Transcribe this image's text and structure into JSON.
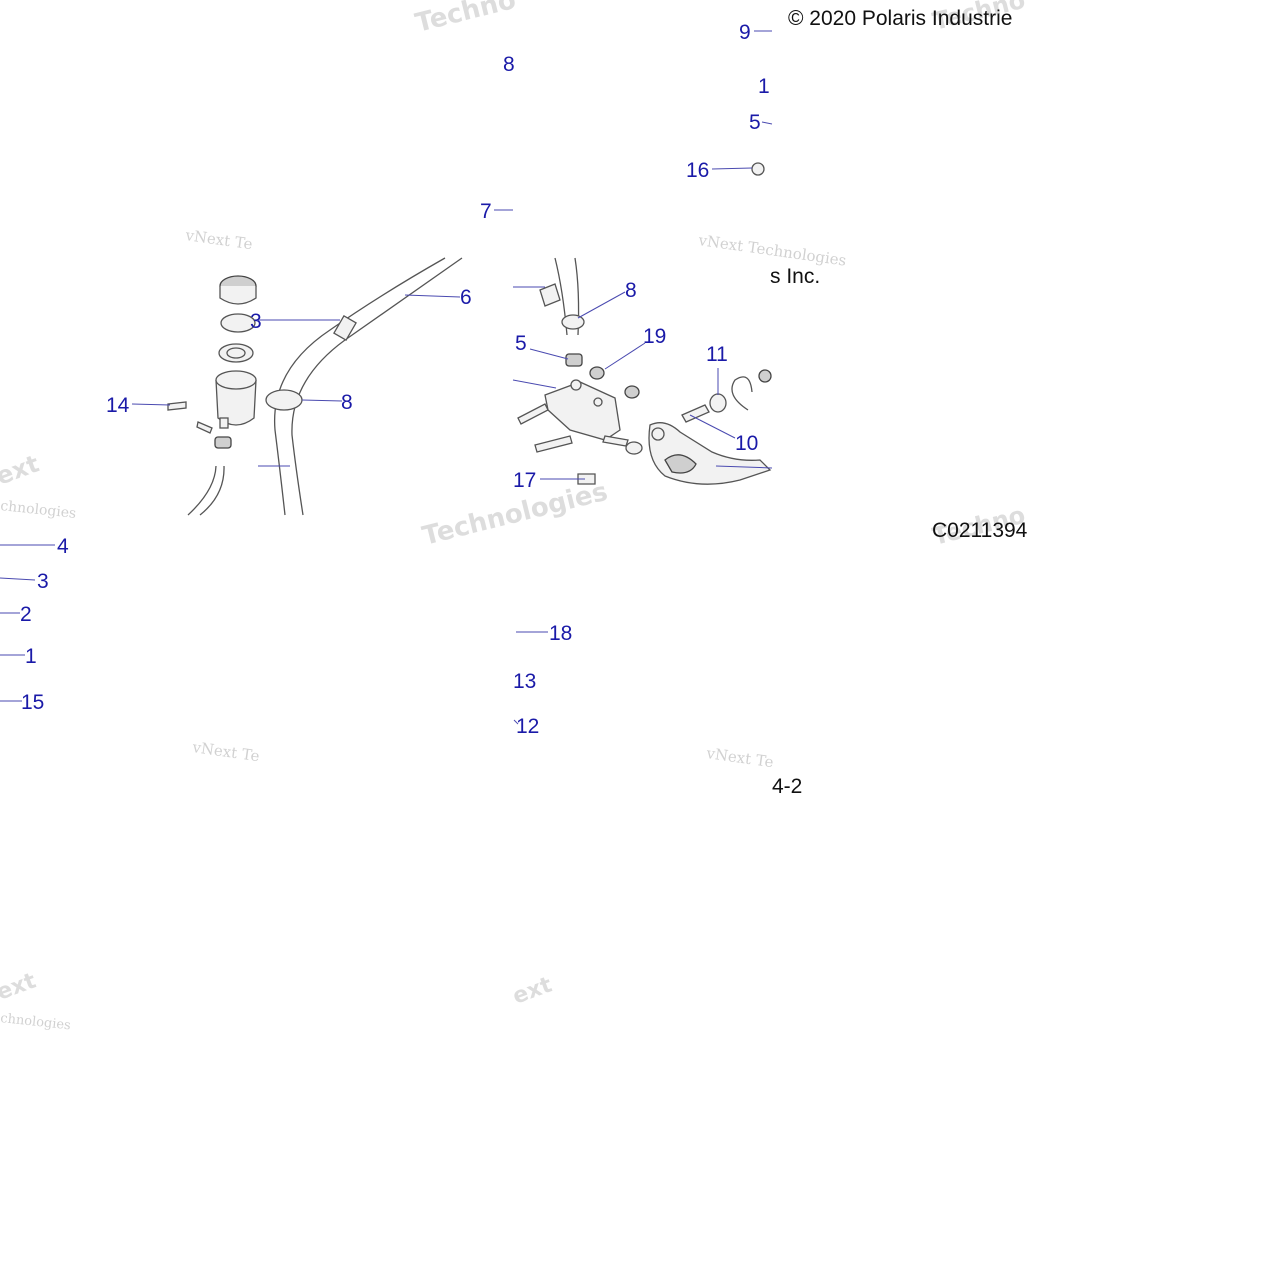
{
  "copyright_top": "© 2020 Polaris Industrie",
  "copyright_bottom_fragment": "s Inc.",
  "drawing_code": "C0211394",
  "page_fragment": "4-2",
  "watermark": {
    "brand_small": "vNext Te",
    "brand_small_alt": "vNext Technologies",
    "brand_big": "Technologies",
    "brand_big_fragment": "Techno",
    "ext_fragment": "ext",
    "chnologies": "chnologies"
  },
  "callouts": {
    "c9": "9",
    "c8_top": "8",
    "c1_top": "1",
    "c5_top": "5",
    "c16": "16",
    "c7": "7",
    "c6": "6",
    "c8_hose": "8",
    "c19": "19",
    "c5_mid": "5",
    "c11": "11",
    "c8_loop": "8",
    "c14": "14",
    "c10": "10",
    "c17": "17",
    "c3_res": "3",
    "c4": "4",
    "c3": "3",
    "c2": "2",
    "c1": "1",
    "c15": "15",
    "c18": "18",
    "c13": "13",
    "c12": "12"
  }
}
